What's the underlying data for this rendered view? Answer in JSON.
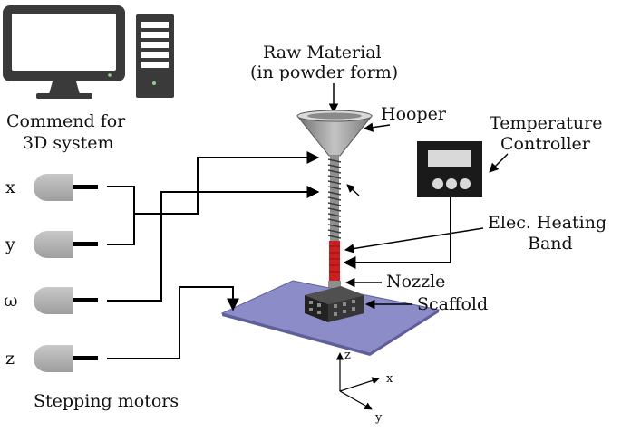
{
  "computer": {
    "caption_line1": "Commend for",
    "caption_line2": "3D system"
  },
  "feeder": {
    "raw_material_line1": "Raw Material",
    "raw_material_line2": "(in powder form)",
    "hopper_label": "Hooper"
  },
  "temperature_controller": {
    "label_line1": "Temperature",
    "label_line2": "Controller"
  },
  "heating_band": {
    "label_line1": "Elec. Heating",
    "label_line2": "Band"
  },
  "nozzle": {
    "label": "Nozzle"
  },
  "scaffold": {
    "label": "Scaffold"
  },
  "motors": {
    "caption": "Stepping motors",
    "items": [
      {
        "axis_label": "x"
      },
      {
        "axis_label": "y"
      },
      {
        "axis_label": "ω"
      },
      {
        "axis_label": "z"
      }
    ]
  },
  "coordinate_frame": {
    "z_label": "z",
    "x_label": "x",
    "y_label": "y"
  },
  "colors": {
    "motor_body": "#b3b3b3",
    "heater_band": "#cc1f1f",
    "platform": "#8c8cc8",
    "controller_body": "#1a1a1a",
    "funnel": "#9a9a9a"
  }
}
